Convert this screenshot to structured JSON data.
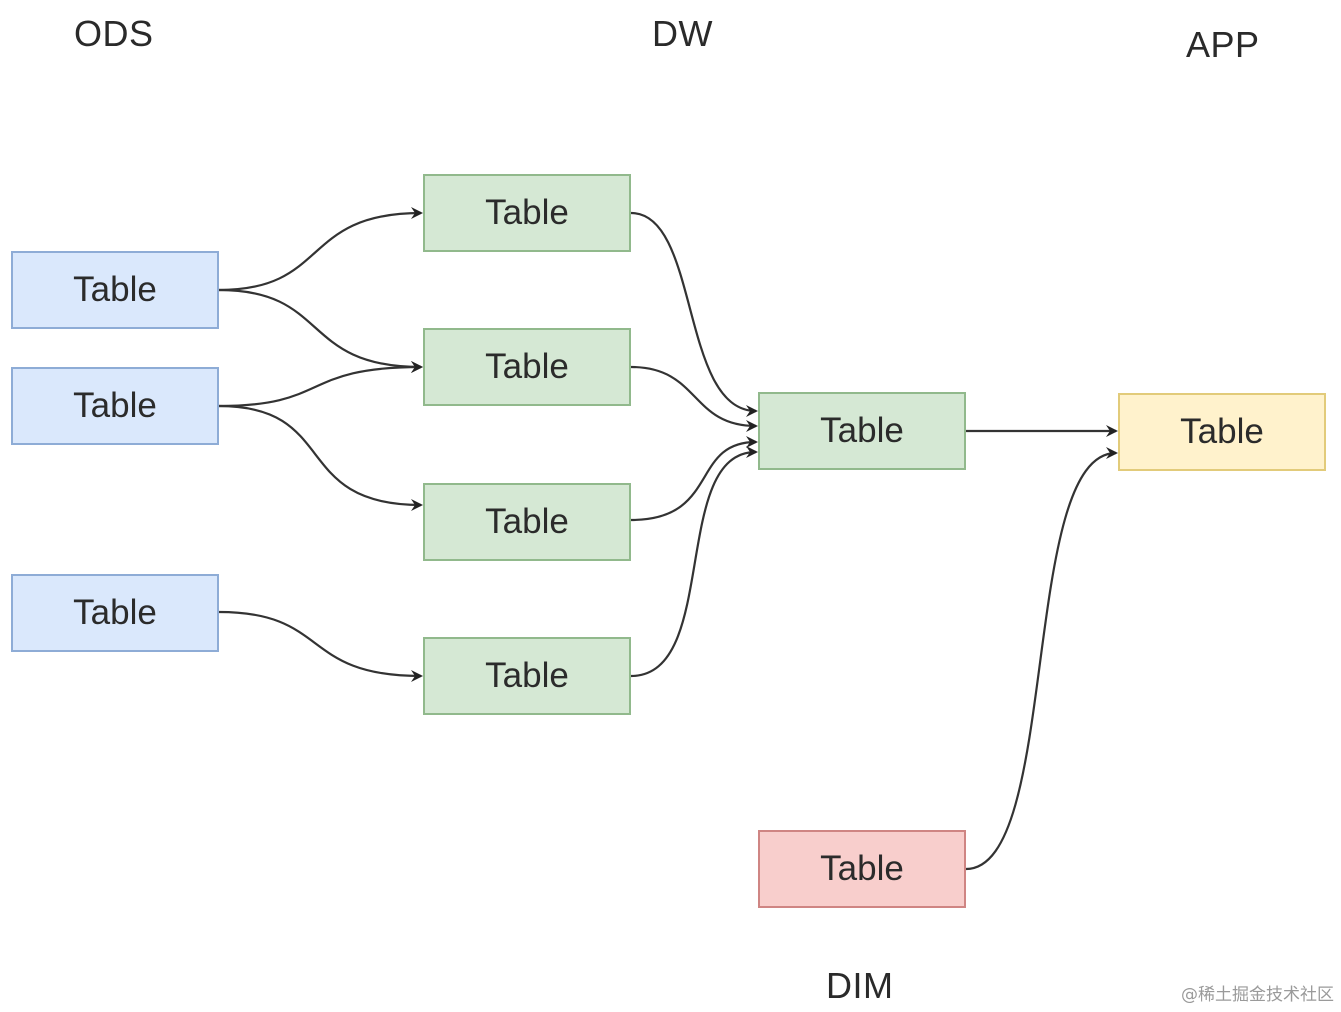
{
  "layers": {
    "ods": "ODS",
    "dw": "DW",
    "app": "APP",
    "dim": "DIM"
  },
  "nodes": {
    "ods_1": "Table",
    "ods_2": "Table",
    "ods_3": "Table",
    "dw_1": "Table",
    "dw_2": "Table",
    "dw_3": "Table",
    "dw_4": "Table",
    "dw_agg": "Table",
    "app_1": "Table",
    "dim_1": "Table"
  },
  "colors": {
    "ods_fill": "#dae8fc",
    "dw_fill": "#d5e8d4",
    "app_fill": "#fff2cc",
    "dim_fill": "#f8cecc",
    "edge": "#333333"
  },
  "watermark": "@稀土掘金技术社区"
}
